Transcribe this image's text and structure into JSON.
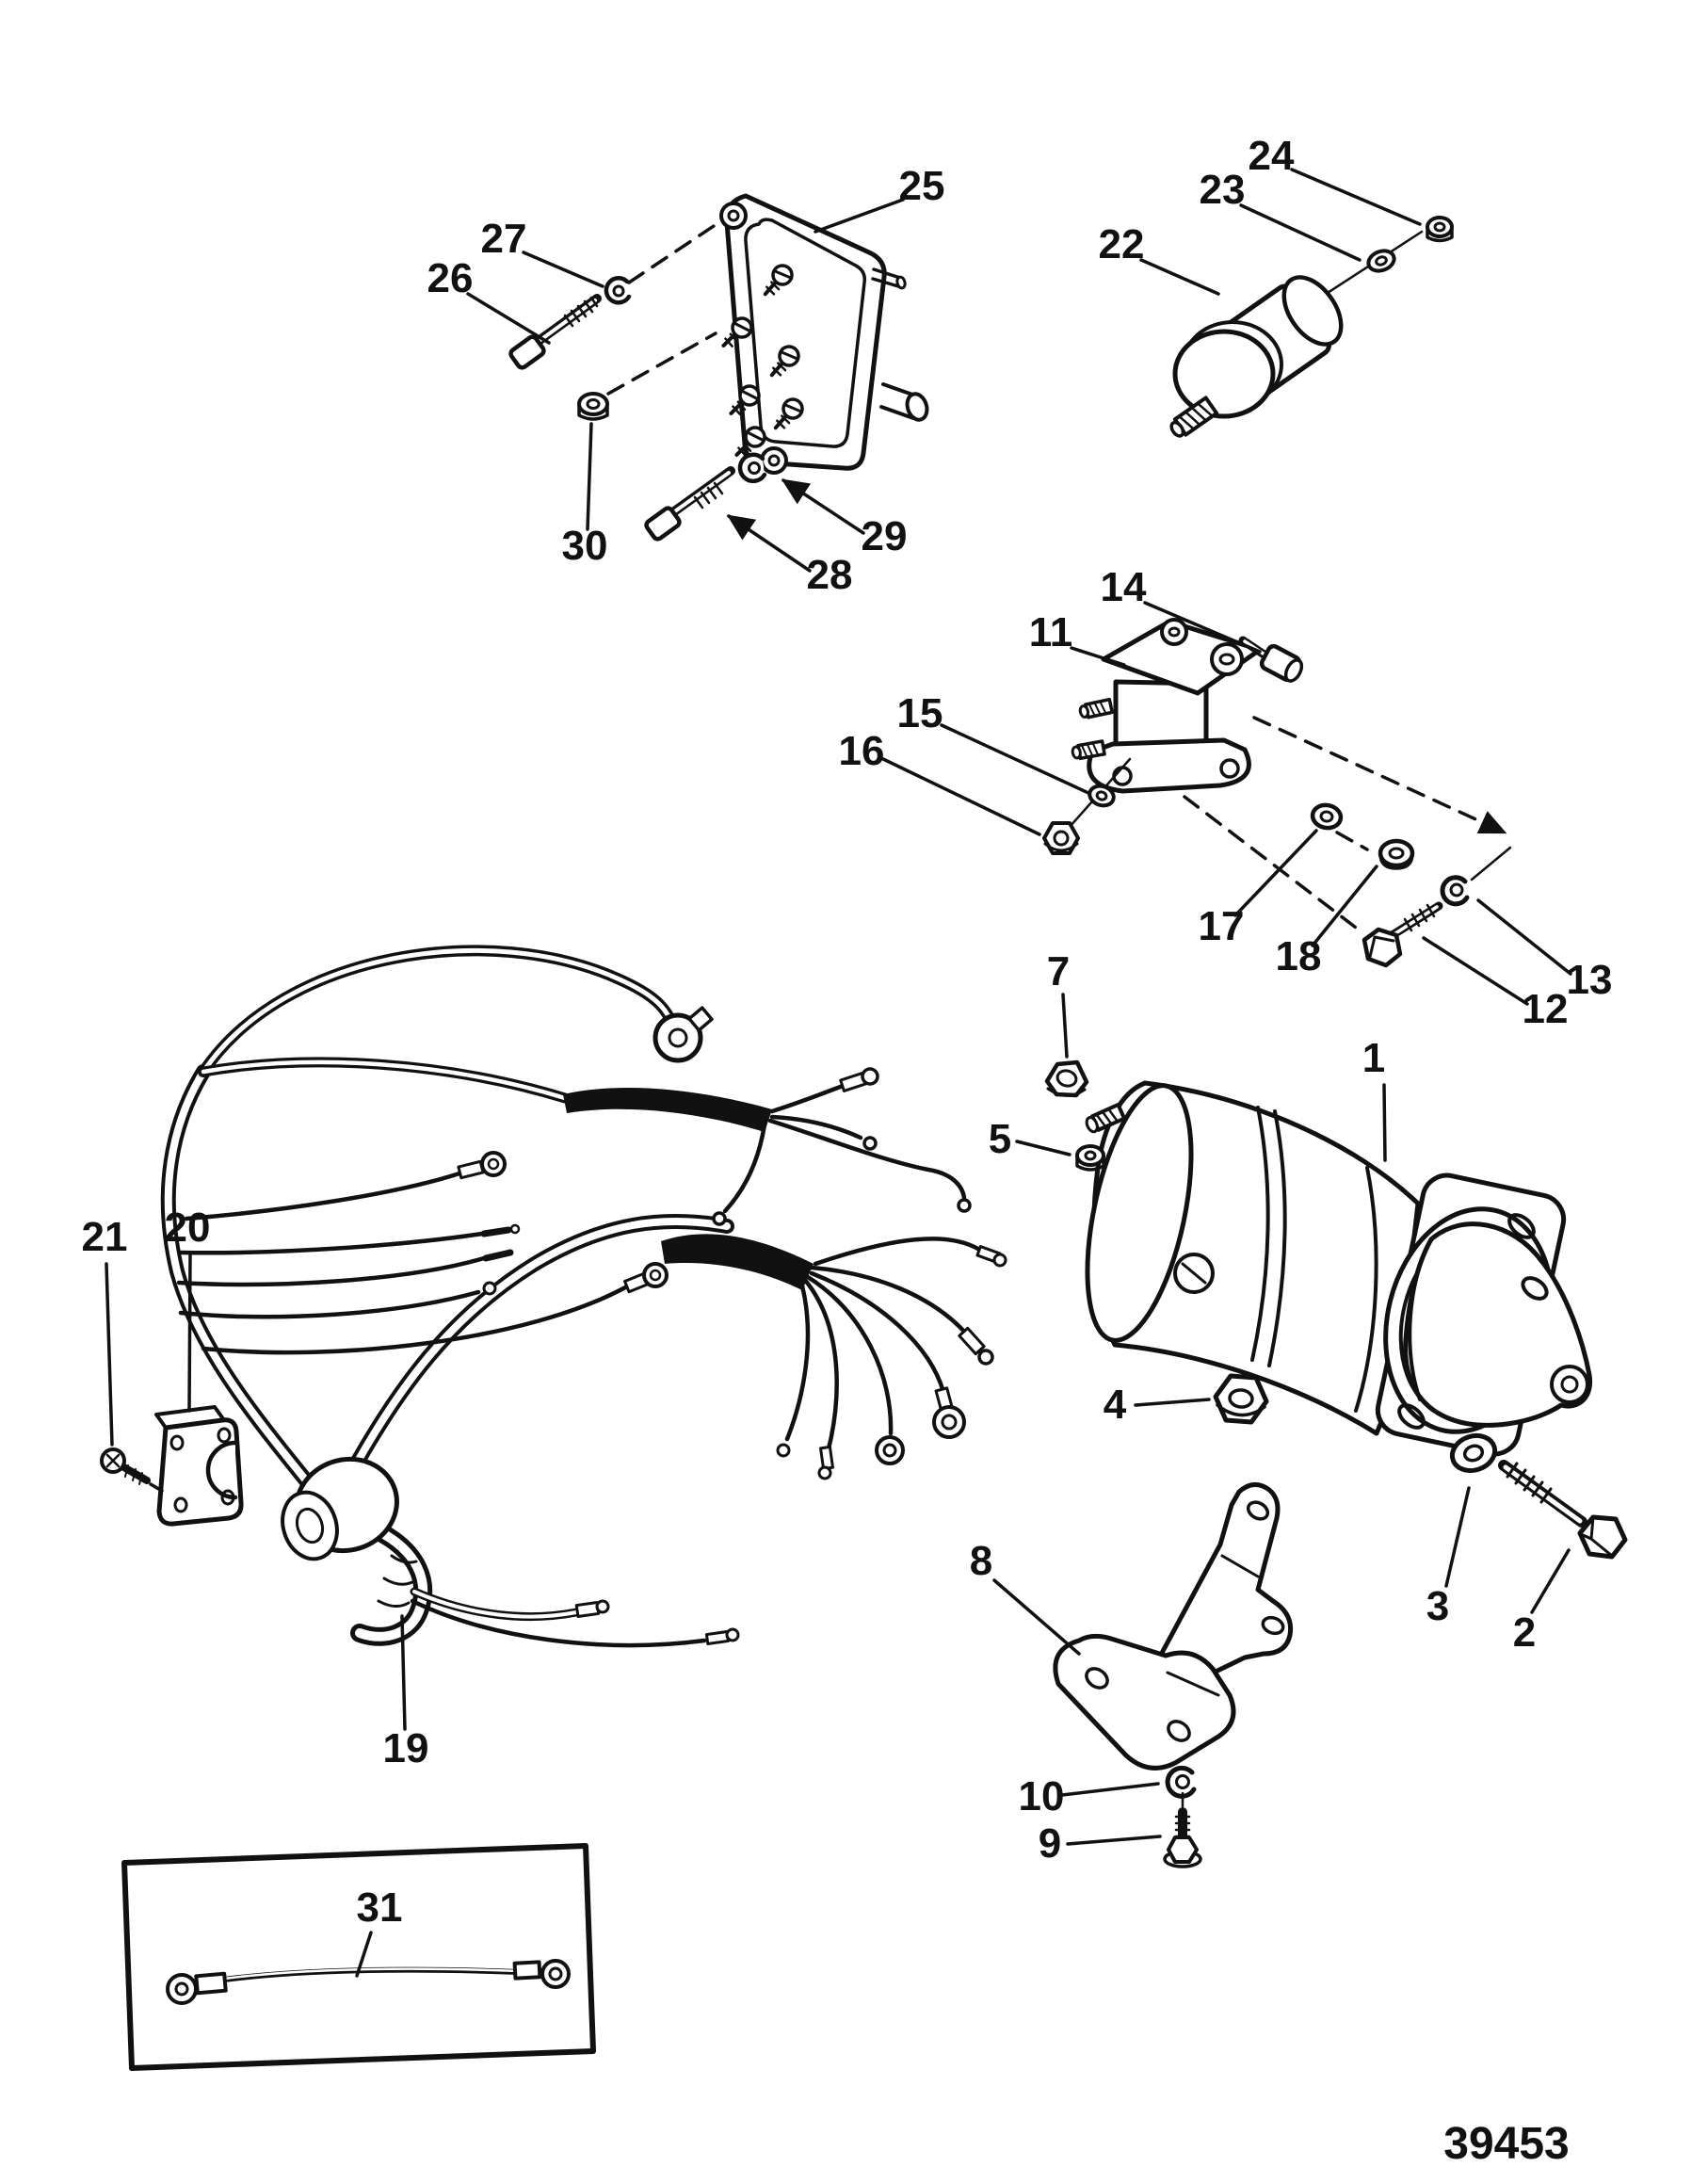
{
  "figure": {
    "type": "exploded-parts-diagram",
    "drawing_number": "39453",
    "ink_color": "#111111",
    "background_color": "#ffffff",
    "callouts": {
      "n1": "1",
      "n2": "2",
      "n3": "3",
      "n4": "4",
      "n5": "5",
      "n7": "7",
      "n8": "8",
      "n9": "9",
      "n10": "10",
      "n11": "11",
      "n12": "12",
      "n13": "13",
      "n14": "14",
      "n15": "15",
      "n16": "16",
      "n17": "17",
      "n18": "18",
      "n19": "19",
      "n20": "20",
      "n21": "21",
      "n22": "22",
      "n23": "23",
      "n24": "24",
      "n25": "25",
      "n26": "26",
      "n27": "27",
      "n28": "28",
      "n29": "29",
      "n30": "30",
      "n31": "31"
    }
  }
}
